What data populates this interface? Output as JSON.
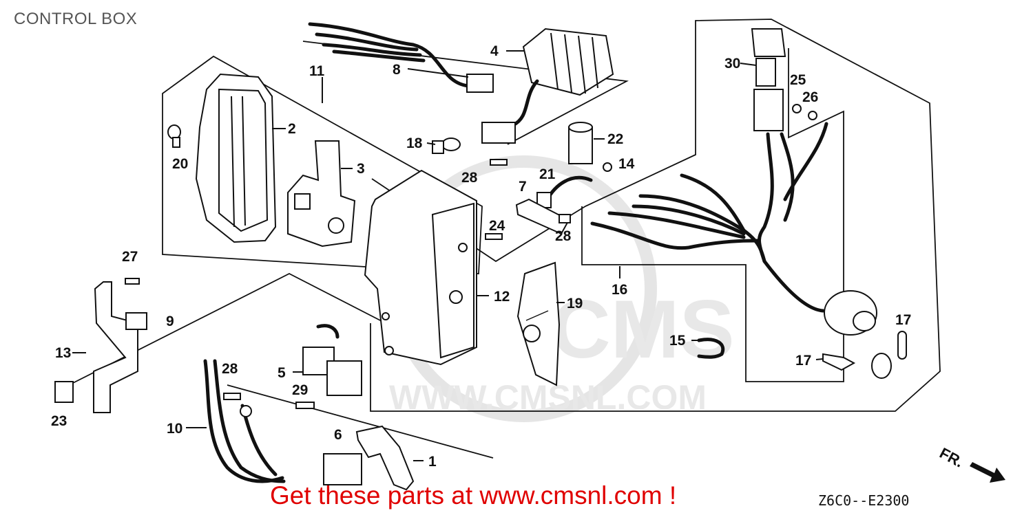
{
  "title": "CONTROL BOX",
  "watermark": {
    "brand": "CMS",
    "url": "WWW.CMSNL.COM"
  },
  "promo": "Get these parts at www.cmsnl.com !",
  "ref_code": "Z6C0--E2300",
  "direction": "FR.",
  "callouts": {
    "c1": "1",
    "c2": "2",
    "c3": "3",
    "c4": "4",
    "c5": "5",
    "c6": "6",
    "c7": "7",
    "c8": "8",
    "c9": "9",
    "c10": "10",
    "c11": "11",
    "c12": "12",
    "c13": "13",
    "c14": "14",
    "c15": "15",
    "c16": "16",
    "c17a": "17",
    "c17b": "17",
    "c18": "18",
    "c19": "19",
    "c20": "20",
    "c21": "21",
    "c22": "22",
    "c23": "23",
    "c24": "24",
    "c25": "25",
    "c26": "26",
    "c27": "27",
    "c28a": "28",
    "c28b": "28",
    "c28c": "28",
    "c29": "29",
    "c30": "30"
  }
}
